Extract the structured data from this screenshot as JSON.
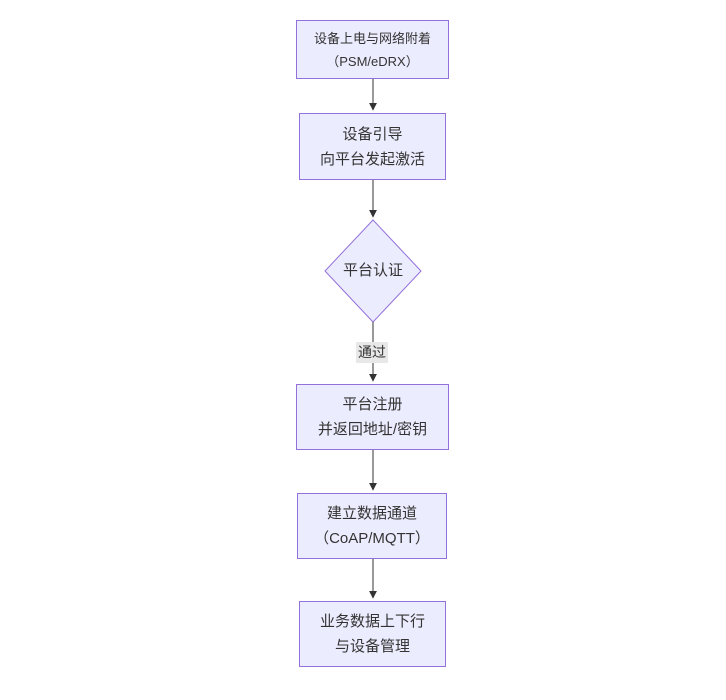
{
  "diagram": {
    "type": "flowchart",
    "direction": "top-down",
    "nodes": [
      {
        "id": "power-attach",
        "shape": "rect",
        "lines": [
          "设备上电与网络附着",
          "（PSM/eDRX）"
        ]
      },
      {
        "id": "boot-activate",
        "shape": "rect",
        "lines": [
          "设备引导",
          "向平台发起激活"
        ]
      },
      {
        "id": "platform-auth",
        "shape": "diamond",
        "lines": [
          "平台认证"
        ]
      },
      {
        "id": "platform-reg",
        "shape": "rect",
        "lines": [
          "平台注册",
          "并返回地址/密钥"
        ]
      },
      {
        "id": "data-channel",
        "shape": "rect",
        "lines": [
          "建立数据通道",
          "（CoAP/MQTT）"
        ]
      },
      {
        "id": "biz-data-mgmt",
        "shape": "rect",
        "lines": [
          "业务数据上下行",
          "与设备管理"
        ]
      }
    ],
    "edges": [
      {
        "from": "power-attach",
        "to": "boot-activate",
        "label": ""
      },
      {
        "from": "boot-activate",
        "to": "platform-auth",
        "label": ""
      },
      {
        "from": "platform-auth",
        "to": "platform-reg",
        "label": "通过"
      },
      {
        "from": "platform-reg",
        "to": "data-channel",
        "label": ""
      },
      {
        "from": "data-channel",
        "to": "biz-data-mgmt",
        "label": ""
      }
    ],
    "colors": {
      "node_fill": "#ECECFF",
      "node_border": "#9370DB",
      "edge": "#333333",
      "text": "#333333",
      "edge_label_bg": "#e8e8e8",
      "background": "#ffffff"
    }
  }
}
